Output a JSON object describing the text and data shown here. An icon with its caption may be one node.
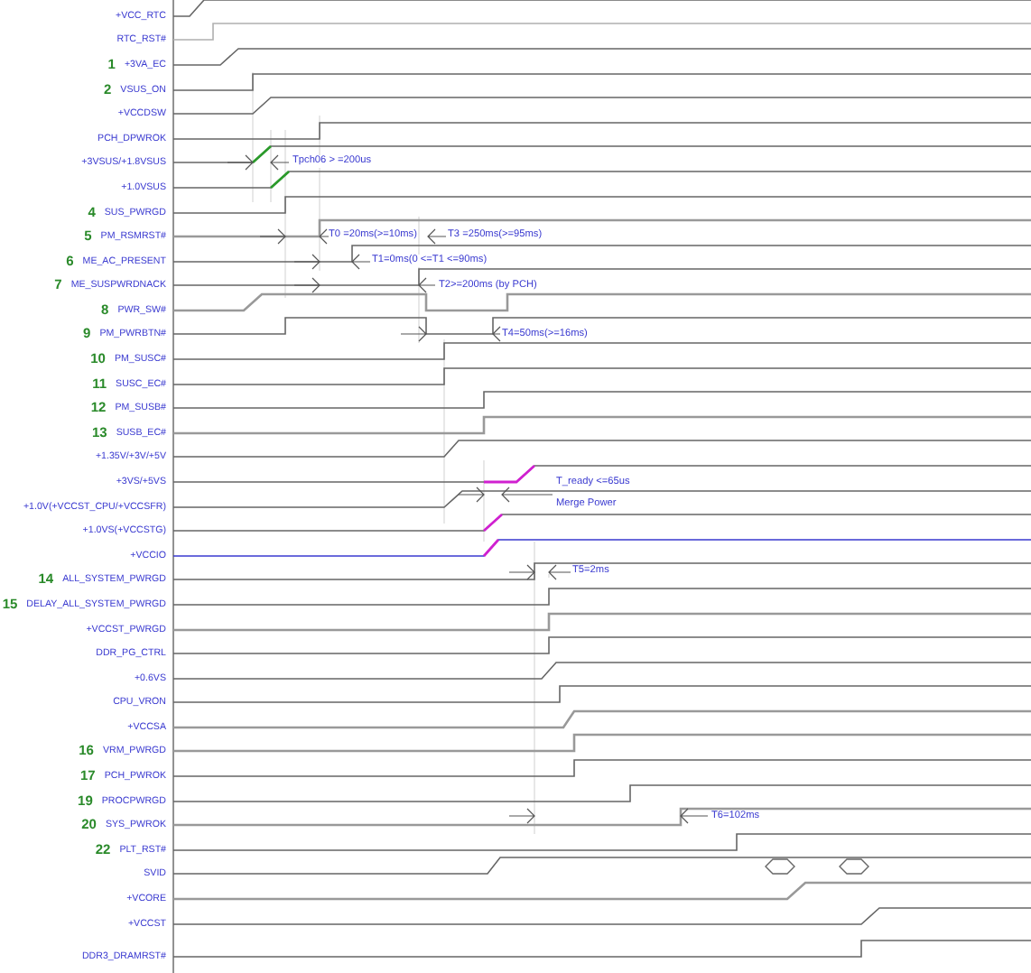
{
  "diagram": {
    "labels": [
      "+VCC_RTC",
      "RTC_RST#",
      "1",
      "+3VA_EC",
      "2",
      "VSUS_ON",
      "+VCCDSW",
      "PCH_DPWROK",
      "+3VSUS/+1.8VSUS",
      "+1.0VSUS",
      "4",
      "SUS_PWRGD",
      "5",
      "PM_RSMRST#",
      "6",
      "ME_AC_PRESENT",
      "7",
      "ME_SUSPWRDNACK",
      "8",
      "PWR_SW#",
      "9",
      "PM_PWRBTN#",
      "10",
      "PM_SUSC#",
      "11",
      "SUSC_EC#",
      "12",
      "PM_SUSB#",
      "13",
      "SUSB_EC#",
      "+1.35V/+3V/+5V",
      "+3VS/+5VS",
      "+1.0V(+VCCST_CPU/+VCCSFR)",
      "+1.0VS(+VCCSTG)",
      "+VCCIO",
      "14",
      "ALL_SYSTEM_PWRGD",
      "15",
      "DELAY_ALL_SYSTEM_PWRGD",
      "+VCCST_PWRGD",
      "DDR_PG_CTRL",
      "+0.6VS",
      "CPU_VRON",
      "+VCCSA",
      "16",
      "VRM_PWRGD",
      "17",
      "PCH_PWROK",
      "19",
      "PROCPWRGD",
      "20",
      "SYS_PWROK",
      "22",
      "PLT_RST#",
      "SVID",
      "+VCORE",
      "+VCCST",
      "DDR3_DRAMRST#",
      "Tpch06 > =200us",
      "T0 =20ms(>=10ms)",
      "T3 =250ms(>=95ms)",
      "T1=0ms(0 <=T1 <=90ms)",
      "T2>=200ms (by PCH)",
      "T4=50ms(>=16ms)",
      "T_ready <=65us",
      "Merge Power",
      "T5=2ms",
      "T6=102ms"
    ]
  }
}
